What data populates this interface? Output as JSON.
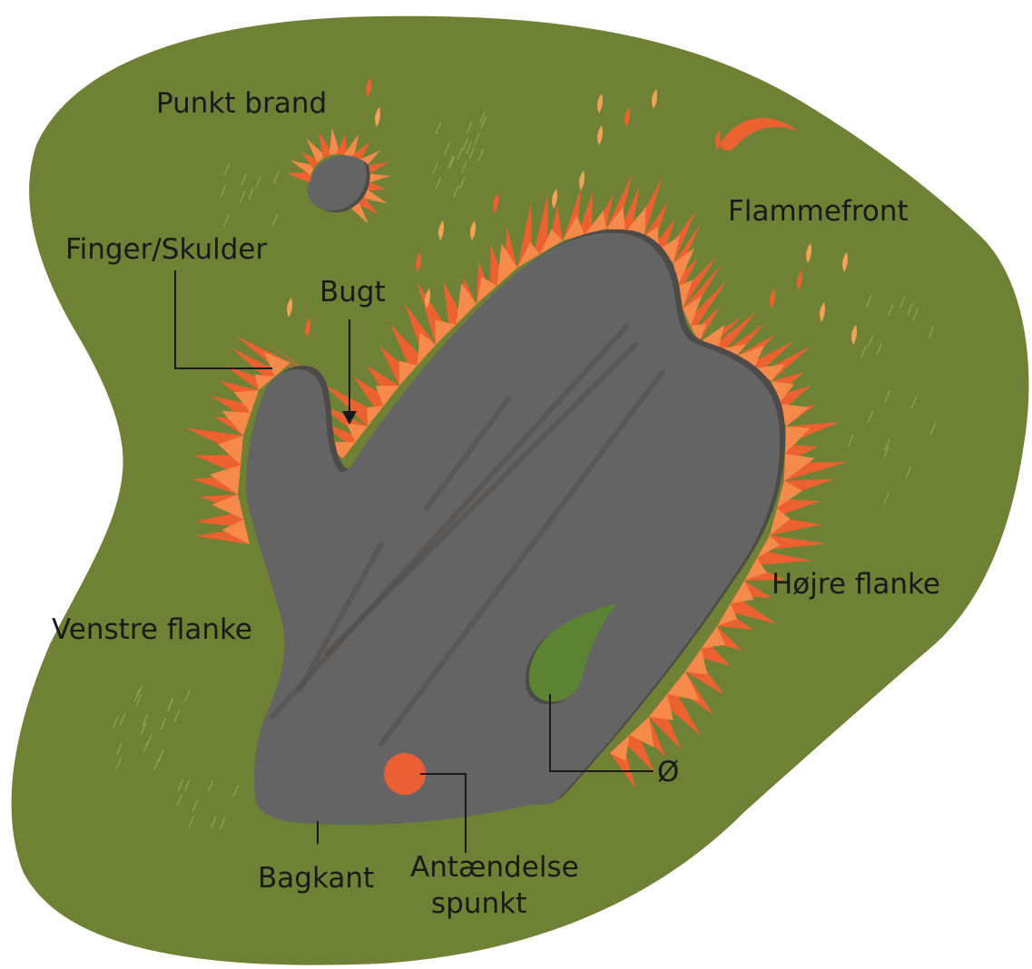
{
  "colors": {
    "background": "#ffffff",
    "grass": "#6e8134",
    "grass_hatch": "#8fa04d",
    "burned": "#646464",
    "burned_shadow": "#4e4a48",
    "flame_outer": "#ec6130",
    "flame_inner": "#f58a4a",
    "ember": "#f3a258",
    "island": "#5c8233",
    "ignition": "#ea6034",
    "leader": "#1a1a1a"
  },
  "labels": {
    "spot_fire": "Punkt brand",
    "flame_front": "Flammefront",
    "finger_shoulder": "Finger/Skulder",
    "bay": "Bugt",
    "right_flank": "Højre flanke",
    "left_flank": "Venstre flanke",
    "island": "Ø",
    "rear": "Bagkant",
    "ignition_line1": "Antændelse",
    "ignition_line2": "spunkt"
  },
  "icons": {
    "bay_arrow": "arrow-down-icon",
    "ignition_point": "circle-dot-icon"
  }
}
